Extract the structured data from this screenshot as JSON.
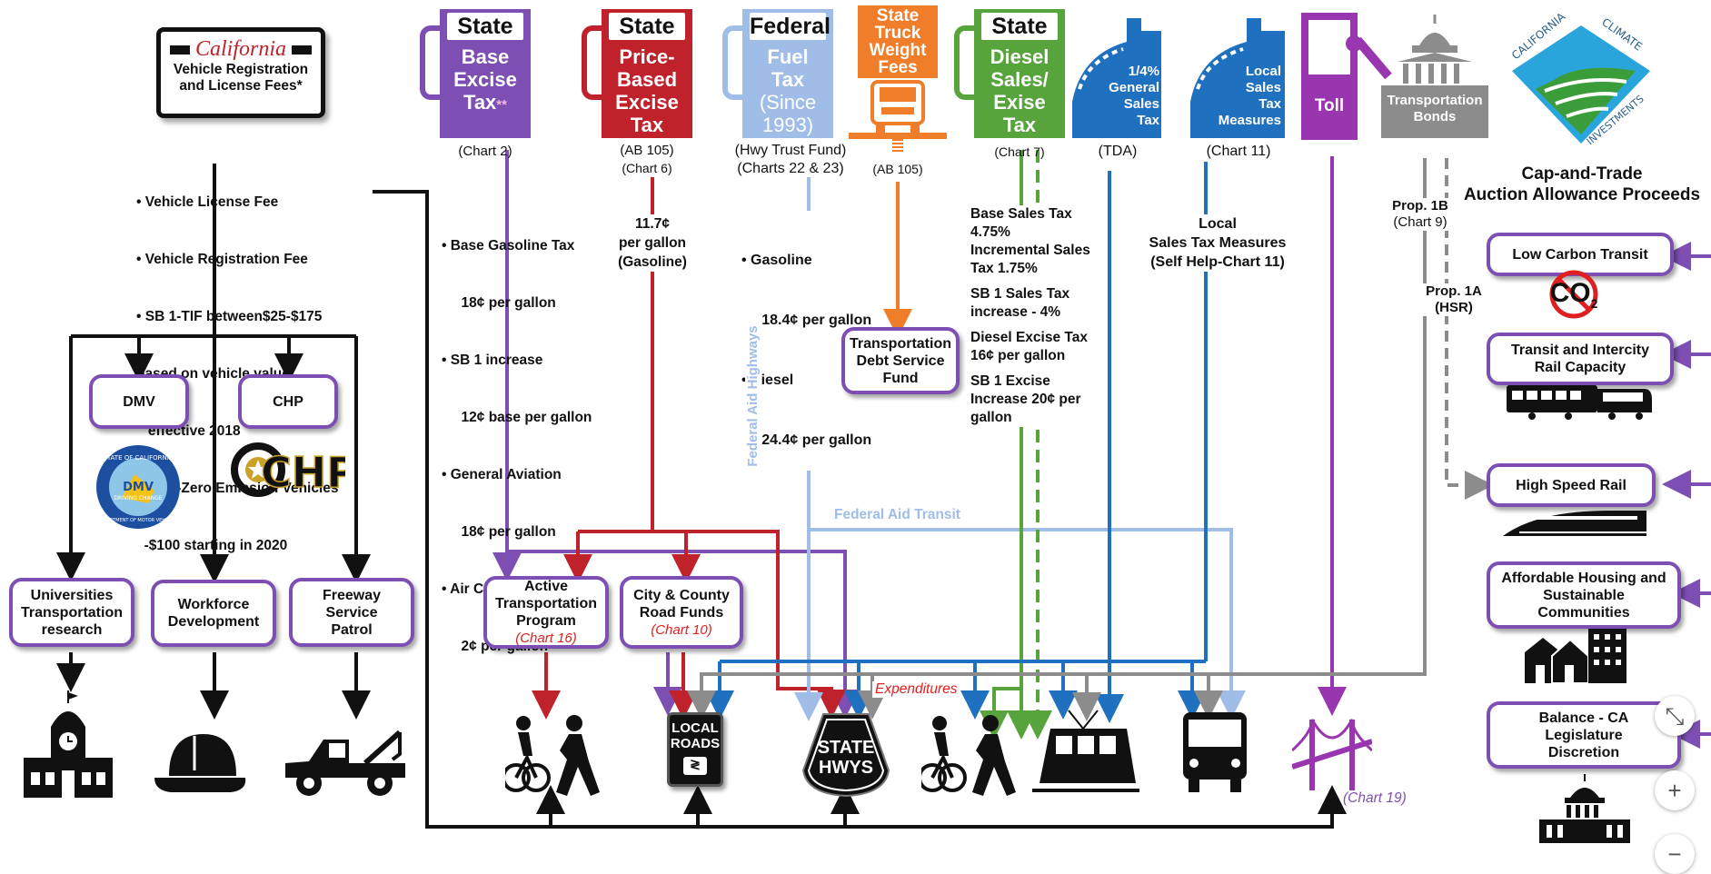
{
  "california_box": {
    "script": "California",
    "line1": "Vehicle Registration",
    "line2": "and License Fees*"
  },
  "vehicle_fees": [
    "• Vehicle License Fee",
    "• Vehicle Registration Fee",
    "• SB 1-TIF between$25-$175",
    "based on vehicle value,",
    "   effective 2018",
    "• SB 1-Zero Emission Vehicles",
    "  -$100 starting in 2020"
  ],
  "sources": {
    "base_excise": {
      "header": "State",
      "l1": "Base",
      "l2": "Excise",
      "l3": "Tax",
      "l3_sup": "**",
      "caption": "(Chart 2)"
    },
    "price_based": {
      "header": "State",
      "l1": "Price-",
      "l2": "Based",
      "l3": "Excise",
      "l4": "Tax",
      "caption1": "(AB 105)",
      "caption2": "(Chart 6)"
    },
    "federal_fuel": {
      "header": "Federal",
      "l1": "Fuel",
      "l2": "Tax",
      "l3": "(Since",
      "l4": "1993)",
      "caption1": "(Hwy Trust Fund)",
      "caption2": "(Charts 22 & 23)"
    },
    "truck_weight": {
      "l1": "State",
      "l2": "Truck",
      "l3": "Weight",
      "l4": "Fees",
      "caption": "(AB 105)"
    },
    "diesel": {
      "header": "State",
      "l1": "Diesel",
      "l2": "Sales/",
      "l3": "Exise",
      "l4": "Tax",
      "caption": "(Chart 7)"
    },
    "general_sales": {
      "l1": "1/4%",
      "l2": "General",
      "l3": "Sales",
      "l4": "Tax",
      "caption": "(TDA)"
    },
    "local_sales": {
      "l1": "Local",
      "l2": "Sales",
      "l3": "Tax",
      "l4": "Measures",
      "caption": "(Chart 11)"
    },
    "toll": {
      "label": "Toll"
    },
    "bonds": {
      "l1": "Transportation",
      "l2": "Bonds"
    }
  },
  "cci_logo": {
    "text_top": "CALIFORNIA",
    "text_right": "CLIMATE",
    "text_bottom": "INVESTMENTS"
  },
  "cap_trade": {
    "l1": "Cap-and-Trade",
    "l2": "Auction Allowance Proceeds"
  },
  "base_excise_notes": [
    "• Base Gasoline Tax",
    "     18¢ per gallon",
    "• SB 1 increase",
    "     12¢ base per gallon",
    "• General Aviation",
    "     18¢ per gallon",
    "• Air Craft Jet Fuel",
    "     2¢ per gallon"
  ],
  "price_notes": [
    "11.7¢",
    "per gallon",
    "(Gasoline)"
  ],
  "federal_notes": [
    "• Gasoline",
    "     18.4¢ per gallon",
    "• Diesel",
    "     24.4¢ per gallon"
  ],
  "diesel_notes": {
    "a1": "Base Sales Tax",
    "a2": "4.75%",
    "a3": "Incremental Sales",
    "a4": "Tax 1.75%",
    "b1": "SB 1 Sales Tax",
    "b2": "increase - 4%",
    "c1": "Diesel Excise Tax",
    "c2": "16¢ per gallon",
    "d1": "SB 1 Excise",
    "d2": "Increase 20¢ per",
    "d3": "gallon"
  },
  "local_notes": [
    "Local",
    "Sales Tax Measures",
    "(Self Help-Chart 11)"
  ],
  "prop1b": {
    "l1": "Prop. 1B",
    "l2": "(Chart 9)"
  },
  "prop1a": {
    "l1": "Prop. 1A",
    "l2": "(HSR)"
  },
  "tdsf": {
    "l1": "Transportation",
    "l2": "Debt Service",
    "l3": "Fund"
  },
  "federal_aid_highways": "Federal Aid Highways",
  "federal_aid_transit": "Federal Aid Transit",
  "dmv": {
    "label": "DMV",
    "seal_top": "STATE OF CALIFORNIA",
    "seal_mid": "DRIVING CHANGE",
    "seal_bottom": "DEPARTMENT OF MOTOR VEHICLES",
    "seal_abbr": "DMV"
  },
  "chp": {
    "label": "CHP",
    "logo": "CHP"
  },
  "universities": {
    "l1": "Universities",
    "l2": "Transportation",
    "l3": "research"
  },
  "workforce": {
    "l1": "Workforce",
    "l2": "Development"
  },
  "freeway": {
    "l1": "Freeway",
    "l2": "Service",
    "l3": "Patrol"
  },
  "atp": {
    "l1": "Active",
    "l2": "Transportation",
    "l3": "Program",
    "sub": "(Chart 16)"
  },
  "city_county": {
    "l1": "City & County",
    "l2": "Road Funds",
    "sub": "(Chart 10)"
  },
  "expenditures": "Expenditures",
  "local_roads": {
    "l1": "LOCAL",
    "l2": "ROADS"
  },
  "state_hwys": {
    "l1": "STATE",
    "l2": "HWYS"
  },
  "chart19": "(Chart 19)",
  "cap_boxes": {
    "low_carbon": "Low Carbon Transit",
    "co2": "CO",
    "co2_sub": "2",
    "transit_rail_1": "Transit and Intercity",
    "transit_rail_2": "Rail Capacity",
    "hsr": "High Speed Rail",
    "housing_1": "Affordable Housing and",
    "housing_2": "Sustainable",
    "housing_3": "Communities",
    "balance_1": "Balance - CA",
    "balance_2": "Legislature",
    "balance_3": "Discretion"
  },
  "controls": {
    "collapse": "⤡",
    "zoom_in": "+",
    "zoom_out": "−"
  },
  "colors": {
    "purple": "#7d4fb3",
    "red": "#c0222c",
    "light_blue": "#9fbde6",
    "orange": "#ef7d2a",
    "green": "#57a33c",
    "blue": "#1f70bf",
    "toll_purple": "#9a35b0",
    "gray": "#8c8c8c",
    "black": "#111111"
  }
}
